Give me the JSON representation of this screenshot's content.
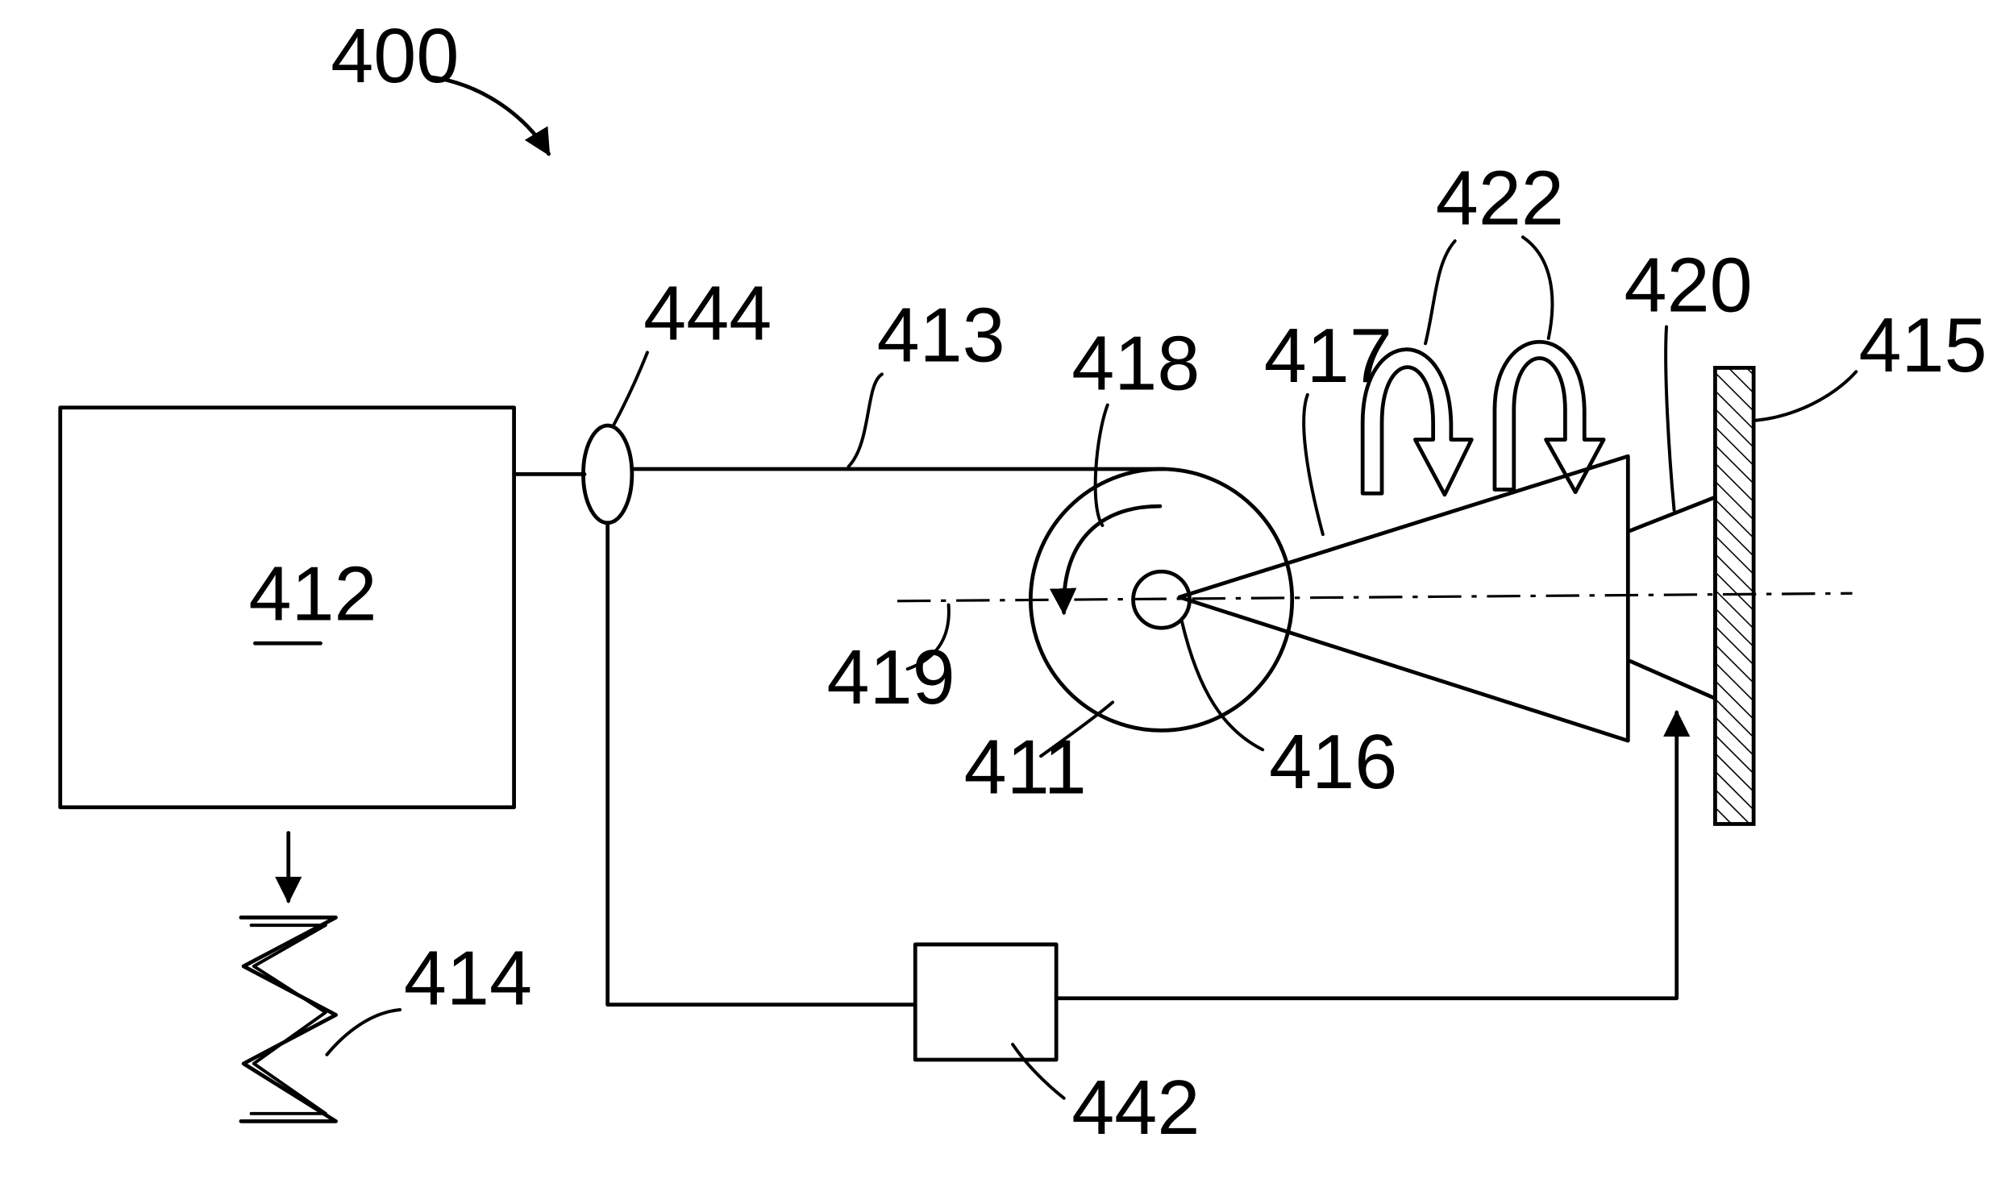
{
  "labels": {
    "fig": "400",
    "source_box": "412",
    "output_wave": "414",
    "fiber": "413",
    "fiber_coupler": "444",
    "wheel_rotation": "418",
    "spin_rotation": "422",
    "cone": "417",
    "tip": "420",
    "workpiece": "415",
    "axis": "419",
    "wheel": "411",
    "hub": "416",
    "controller": "442"
  }
}
